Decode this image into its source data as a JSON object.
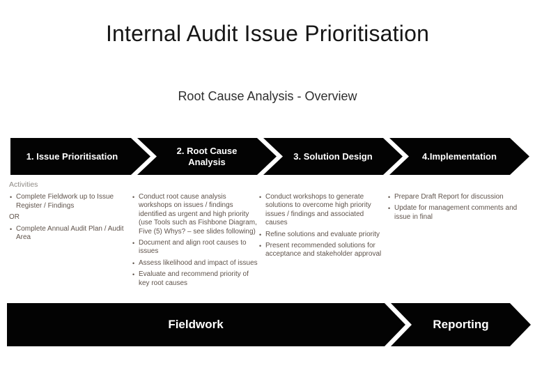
{
  "slide": {
    "title": "Internal Audit Issue Prioritisation",
    "subtitle": "Root Cause Analysis - Overview"
  },
  "process_steps": [
    {
      "label": "1. Issue Prioritisation"
    },
    {
      "label": "2. Root Cause\nAnalysis"
    },
    {
      "label": "3. Solution Design"
    },
    {
      "label": "4.Implementation"
    }
  ],
  "columns": [
    {
      "heading": "Activities",
      "items": [
        {
          "type": "bullet",
          "text": "Complete Fieldwork up to Issue\nRegister / Findings"
        },
        {
          "type": "plain",
          "text": "OR"
        },
        {
          "type": "bullet",
          "text": "Complete Annual Audit Plan / Audit\nArea"
        }
      ]
    },
    {
      "items": [
        {
          "type": "bullet",
          "text": "Conduct root cause analysis\nworkshops on issues / findings\nidentified as urgent and high priority\n(use Tools such as Fishbone Diagram,\nFive (5) Whys? – see slides following)"
        },
        {
          "type": "bullet",
          "text": "Document and align root causes to\nissues"
        },
        {
          "type": "bullet",
          "text": "Assess likelihood and impact of issues"
        },
        {
          "type": "bullet",
          "text": "Evaluate and recommend priority of\nkey root causes"
        }
      ]
    },
    {
      "items": [
        {
          "type": "bullet",
          "text": "Conduct workshops to generate\nsolutions to overcome high priority\nissues / findings and associated causes"
        },
        {
          "type": "bullet",
          "text": "Refine solutions and evaluate priority"
        },
        {
          "type": "bullet",
          "text": "Present recommended solutions for\nacceptance and stakeholder approval"
        }
      ]
    },
    {
      "items": [
        {
          "type": "bullet",
          "text": "Prepare Draft Report for discussion"
        },
        {
          "type": "bullet",
          "text": "Update for management comments and\nissue in final"
        }
      ]
    }
  ],
  "bottom_banners": [
    {
      "label": "Fieldwork"
    },
    {
      "label": "Reporting"
    }
  ],
  "colors": {
    "shape_fill": "#030303",
    "shape_text": "#ffffff",
    "title_text": "#161616",
    "subtitle_text": "#2e2e2e",
    "heading_text": "#8e8a85",
    "body_text": "#5f534b",
    "background": "#ffffff"
  }
}
